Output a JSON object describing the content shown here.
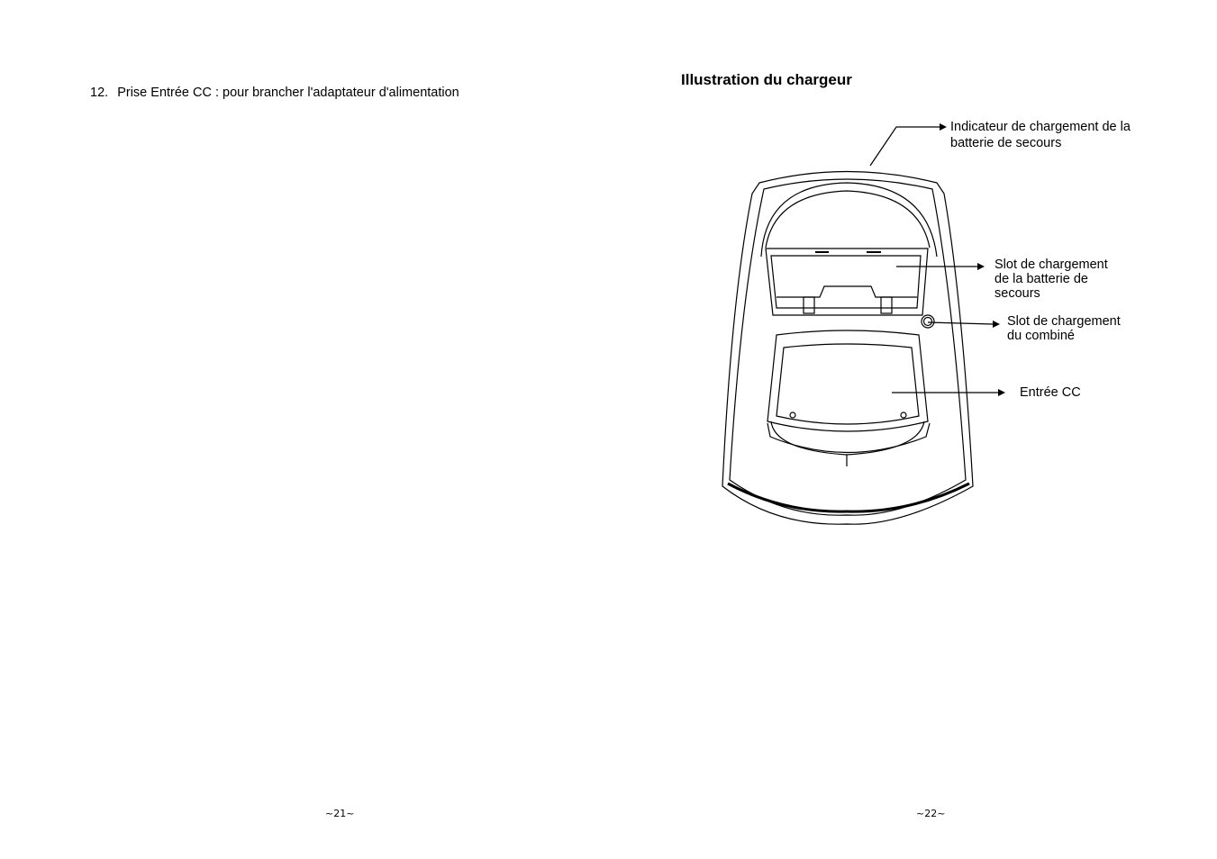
{
  "left_page": {
    "item_number": "12.",
    "item_text": "Prise Entrée CC : pour brancher l'adaptateur d'alimentation",
    "page_number": "~21~"
  },
  "right_page": {
    "heading": "Illustration du chargeur",
    "callouts": {
      "indicator_line1": "Indicateur de chargement de la",
      "indicator_line2": "batterie de secours",
      "battery_slot_line1": "Slot de chargement",
      "battery_slot_line2": "de la batterie de",
      "battery_slot_line3": "secours",
      "handset_slot_line1": "Slot de chargement",
      "handset_slot_line2": "du combiné",
      "dc_input": "Entrée CC"
    },
    "page_number": "~22~"
  }
}
